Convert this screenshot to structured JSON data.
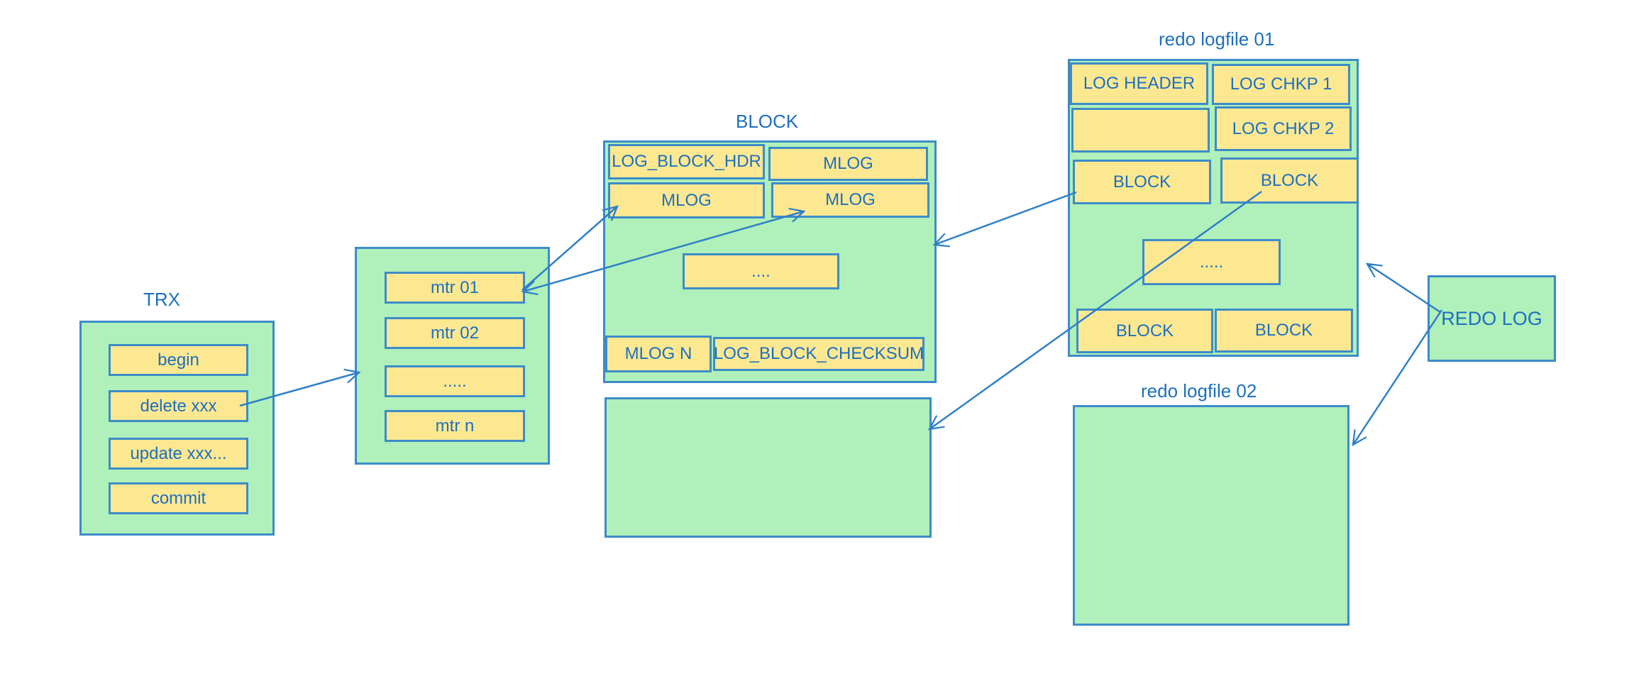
{
  "colors": {
    "background": "#ffffff",
    "box_green": "#b0f0ba",
    "cell_yellow": "#fde892",
    "border_blue": "#3d8cc8",
    "text_blue": "#1d6fbe",
    "arrow_blue": "#2f7fc8"
  },
  "trx": {
    "title": "TRX",
    "items": [
      "begin",
      "delete xxx",
      "update xxx...",
      "commit"
    ]
  },
  "mtr": {
    "items": [
      "mtr 01",
      "mtr 02",
      ".....",
      "mtr n"
    ]
  },
  "block": {
    "title": "BLOCK",
    "cells": {
      "hdr": "LOG_BLOCK_HDR",
      "mlog_a": "MLOG",
      "mlog_b": "MLOG",
      "mlog_c": "MLOG",
      "dots": "....",
      "mlog_n": "MLOG N",
      "checksum": "LOG_BLOCK_CHECKSUM"
    }
  },
  "redo01": {
    "title": "redo logfile 01",
    "cells": {
      "header": "LOG HEADER",
      "chkp1": "LOG CHKP 1",
      "blank": "",
      "chkp2": "LOG CHKP 2",
      "block_a": "BLOCK",
      "block_b": "BLOCK",
      "dots": ".....",
      "block_c": "BLOCK",
      "block_d": "BLOCK"
    }
  },
  "redo02": {
    "title": "redo logfile 02"
  },
  "redolog": {
    "label": "REDO LOG"
  }
}
